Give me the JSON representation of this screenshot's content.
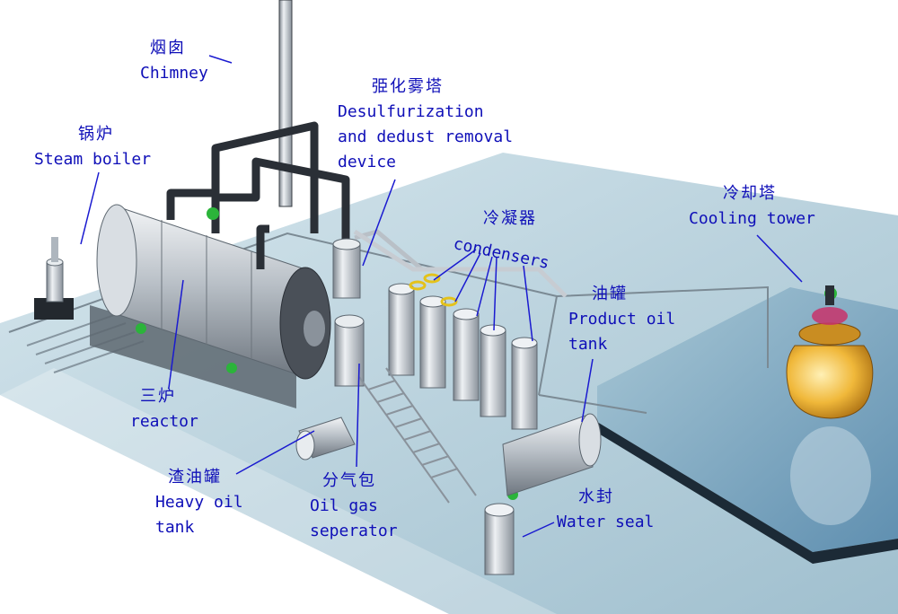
{
  "labels": {
    "chimney": {
      "cn": "烟囱",
      "en": "Chimney"
    },
    "desulfurization": {
      "cn": "弫化雾塔",
      "en1": "Desulfurization",
      "en2": "and dedust removal",
      "en3": "device"
    },
    "steam_boiler": {
      "cn": "锅炉",
      "en": "Steam boiler"
    },
    "cooling_tower": {
      "cn": "冷却塔",
      "en": "Cooling tower"
    },
    "condensers": {
      "cn": "冷凝器",
      "en": "condensers"
    },
    "product_oil": {
      "cn": "油罐",
      "en1": "Product oil",
      "en2": "tank"
    },
    "reactor": {
      "cn": "三炉",
      "en": "reactor"
    },
    "heavy_oil": {
      "cn": "渣油罐",
      "en1": "Heavy oil",
      "en2": "tank"
    },
    "oil_gas_sep": {
      "cn": "分气包",
      "en1": "Oil gas",
      "en2": "seperator"
    },
    "water_seal": {
      "cn": "水封",
      "en": "Water seal"
    }
  },
  "colors": {
    "label_text": "#0f0fb8",
    "leader_line": "#1a1ad0",
    "floor": "#a9c8d6",
    "water": "#3b6f95",
    "steel": "#c7ccd2",
    "pipe": "#2a2f36",
    "valve": "#2bb43a",
    "tank_gold": "#f0c04a"
  }
}
